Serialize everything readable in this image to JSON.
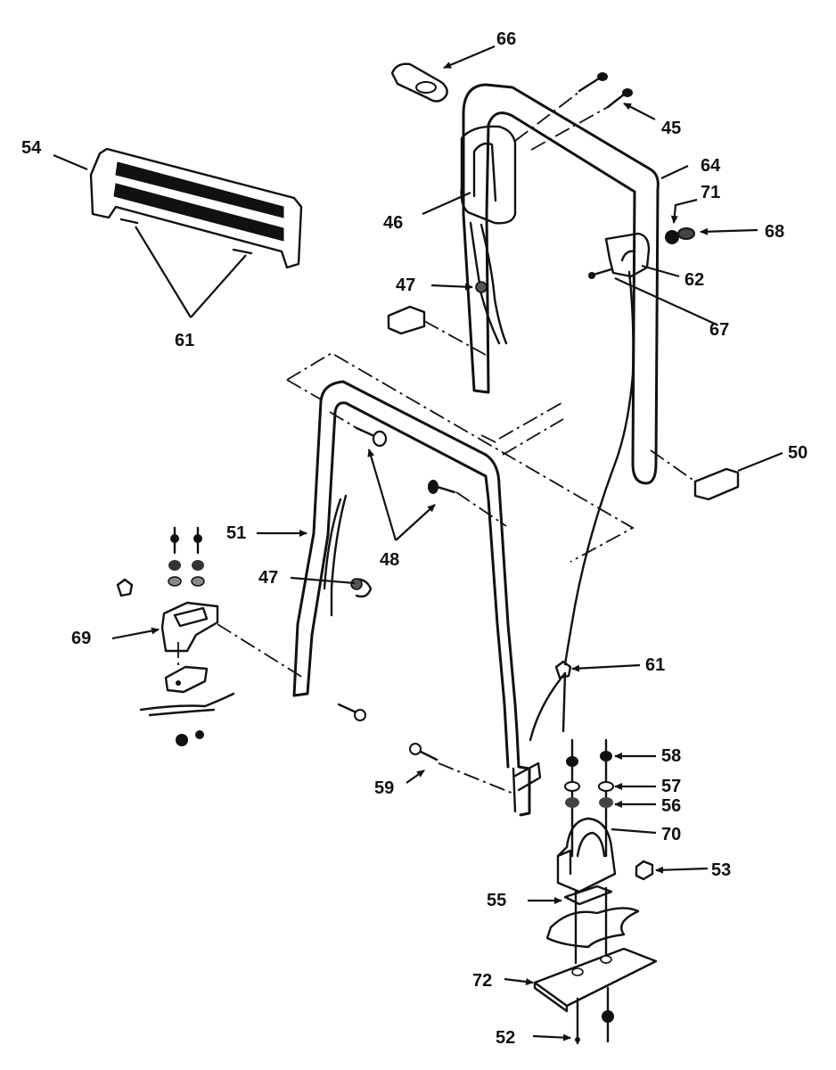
{
  "labels": {
    "l66": "66",
    "l45": "45",
    "l54": "54",
    "l64": "64",
    "l71": "71",
    "l68": "68",
    "l46": "46",
    "l62": "62",
    "l47a": "47",
    "l67": "67",
    "l61a": "61",
    "l50": "50",
    "l51": "51",
    "l48": "48",
    "l47b": "47",
    "l69": "69",
    "l61b": "61",
    "l58": "58",
    "l59": "59",
    "l57": "57",
    "l56": "56",
    "l70": "70",
    "l53": "53",
    "l55": "55",
    "l72": "72",
    "l52": "52"
  }
}
